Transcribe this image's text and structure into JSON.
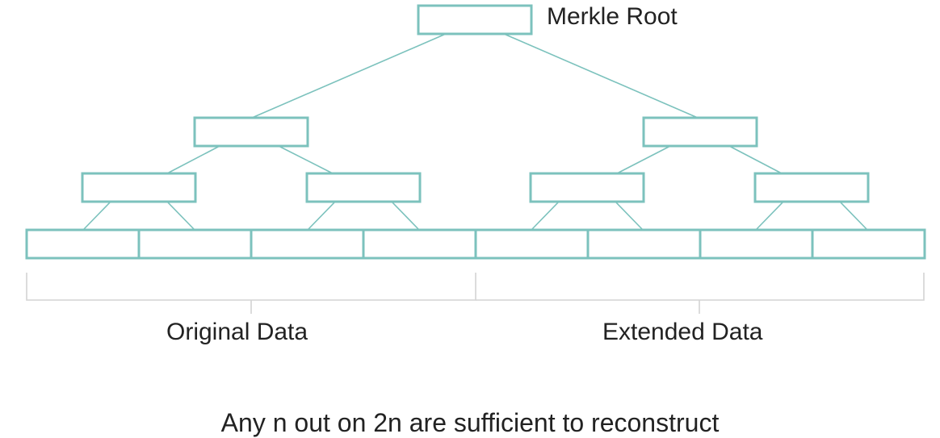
{
  "diagram": {
    "root_label": "Merkle Root",
    "left_group_label": "Original Data",
    "right_group_label": "Extended Data",
    "caption": "Any n out on 2n are sufficient to reconstruct",
    "line_color": "#7cc2bd",
    "bracket_color": "#d4d4d4",
    "leaf_count": 8,
    "tree_levels": 4
  }
}
